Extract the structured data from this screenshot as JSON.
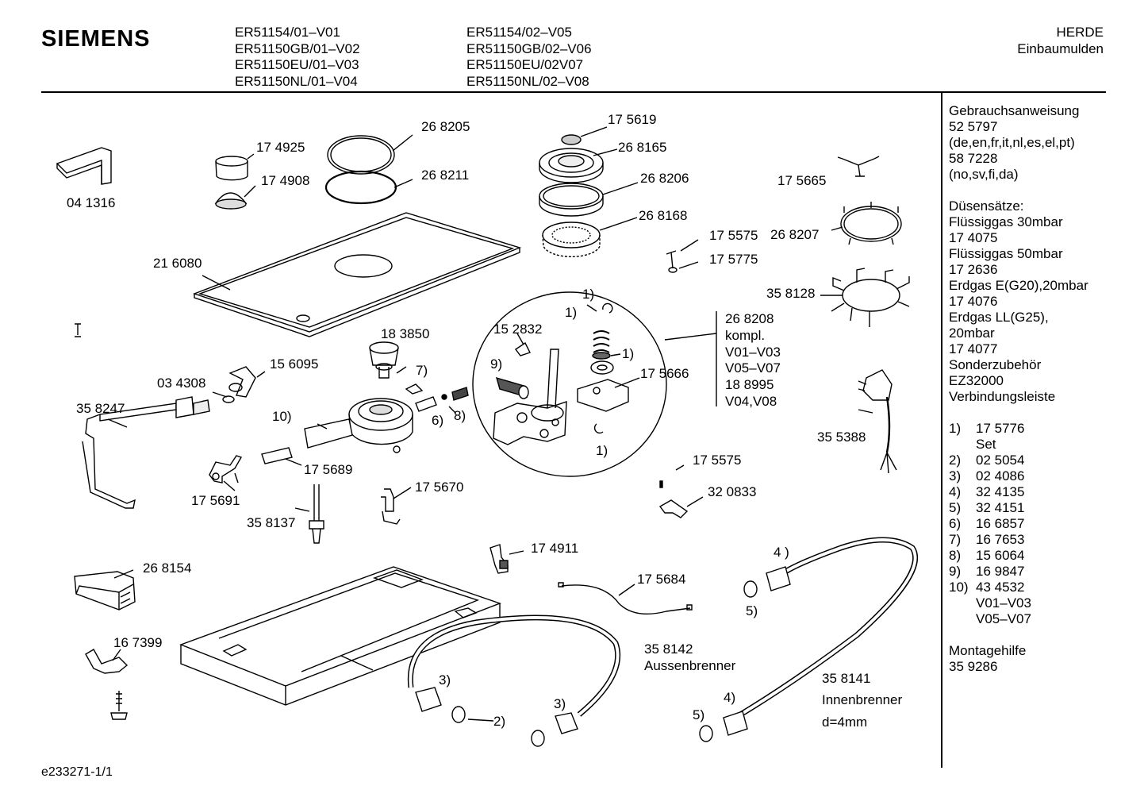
{
  "header": {
    "brand": "SIEMENS",
    "models_col1": [
      "ER51154/01–V01",
      "ER51150GB/01–V02",
      "ER51150EU/01–V03",
      "ER51150NL/01–V04"
    ],
    "models_col2": [
      "ER51154/02–V05",
      "ER51150GB/02–V06",
      "ER51150EU/02V07",
      "ER51150NL/02–V08"
    ],
    "category": [
      "HERDE",
      "Einbaumulden"
    ]
  },
  "sidebar": {
    "lines_top": [
      "Gebrauchsanweisung",
      "52 5797",
      "(de,en,fr,it,nl,es,el,pt)",
      "58 7228",
      "(no,sv,fi,da)",
      "",
      "Düsensätze:",
      "Flüssiggas 30mbar",
      "17 4075",
      "Flüssiggas 50mbar",
      "17 2636",
      "Erdgas E(G20),20mbar",
      "17 4076",
      "Erdgas LL(G25),",
      "20mbar",
      "17 4077",
      "Sonderzubehör",
      "EZ32000",
      "Verbindungsleiste",
      ""
    ],
    "numbered": [
      {
        "n": "1)",
        "v": "17 5776"
      },
      {
        "n": "",
        "v": "Set"
      },
      {
        "n": "2)",
        "v": "02 5054"
      },
      {
        "n": "3)",
        "v": "02 4086"
      },
      {
        "n": "4)",
        "v": "32 4135"
      },
      {
        "n": "5)",
        "v": "32 4151"
      },
      {
        "n": "6)",
        "v": "16 6857"
      },
      {
        "n": "7)",
        "v": "16 7653"
      },
      {
        "n": "8)",
        "v": "15 6064"
      },
      {
        "n": "9)",
        "v": "16 9847"
      },
      {
        "n": "10)",
        "v": "43 4532"
      },
      {
        "n": "",
        "v": "V01–V03"
      },
      {
        "n": "",
        "v": "V05–V07"
      }
    ],
    "lines_bottom": [
      "",
      "Montagehilfe",
      "35 9286"
    ]
  },
  "callouts": {
    "p041316": "04 1316",
    "p174925": "17 4925",
    "p174908": "17 4908",
    "p268205": "26 8205",
    "p268211": "26 8211",
    "p216080": "21 6080",
    "p175619": "17 5619",
    "p268165": "26 8165",
    "p268206": "26 8206",
    "p268168": "26 8168",
    "p175575a": "17 5575",
    "p175775": "17 5775",
    "p268207": "26 8207",
    "p175665": "17 5665",
    "p358128": "35 8128",
    "p183850": "18 3850",
    "p152832": "15 2832",
    "p156095": "15 6095",
    "p034308": "03 4308",
    "p358247": "35 8247",
    "n1a": "1)",
    "n1b": "1)",
    "n1c": "1)",
    "n1d": "1)",
    "n9": "9)",
    "n7": "7)",
    "n10": "10)",
    "n6": "6)",
    "n8": "8)",
    "p175666": "17 5666",
    "kompl": [
      "26 8208",
      "kompl.",
      "V01–V03",
      "V05–V07",
      "18 8995",
      "V04,V08"
    ],
    "p175689": "17 5689",
    "p175691": "17 5691",
    "p175670": "17 5670",
    "p358137": "35 8137",
    "p175575b": "17 5575",
    "p320833": "32 0833",
    "p355388": "35 5388",
    "p174911": "17 4911",
    "p268154": "26 8154",
    "p175684": "17 5684",
    "p167399": "16 7399",
    "p358142": "35 8142",
    "aussen": "Aussenbrenner",
    "n4a": "4 )",
    "n5a": "5)",
    "n3a": "3)",
    "n3b": "3)",
    "n2": "2)",
    "p358141": "35 8141",
    "innen": "Innenbrenner",
    "d4": "d=4mm",
    "n4b": "4)",
    "n5b": "5)"
  },
  "footer": {
    "code": "e233271-1/1"
  }
}
